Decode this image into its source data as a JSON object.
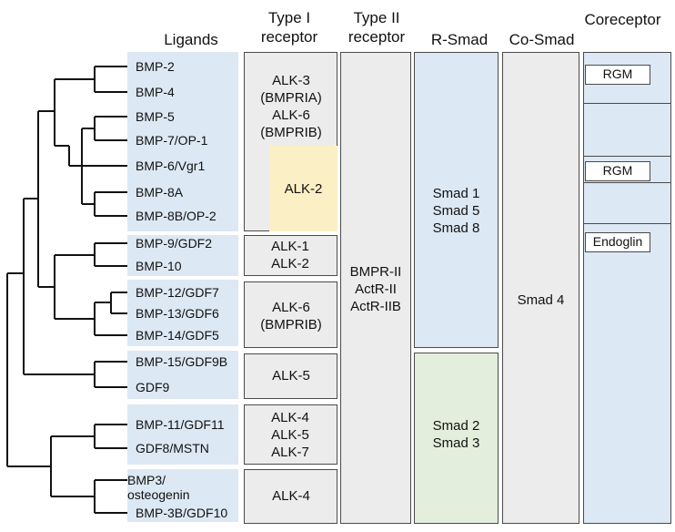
{
  "headers": {
    "ligands": "Ligands",
    "type1": "Type I receptor",
    "type2": "Type II receptor",
    "rsmad": "R-Smad",
    "cosmad": "Co-Smad",
    "coreceptor": "Coreceptor"
  },
  "ligands": [
    "BMP-2",
    "BMP-4",
    "BMP-5",
    "BMP-7/OP-1",
    "BMP-6/Vgr1",
    "BMP-8A",
    "BMP-8B/OP-2",
    "BMP-9/GDF2",
    "BMP-10",
    "BMP-12/GDF7",
    "BMP-13/GDF6",
    "BMP-14/GDF5",
    "BMP-15/GDF9B",
    "GDF9",
    "BMP-11/GDF11",
    "GDF8/MSTN",
    "BMP3/ osteogenin",
    "BMP-3B/GDF10"
  ],
  "type1_receptors": {
    "g1": "ALK-3 (BMPRIA) ALK-6 (BMPRIB)",
    "g1_alk2": "ALK-2",
    "g2": "ALK-1 ALK-2",
    "g3": "ALK-6 (BMPRIB)",
    "g4": "ALK-5",
    "g5": "ALK-4 ALK-5 ALK-7",
    "g6": "ALK-4"
  },
  "type2_receptor": "BMPR-II ActR-II ActR-IIB",
  "rsmad": {
    "bmp": "Smad 1 Smad 5 Smad 8",
    "tgf": "Smad 2 Smad 3"
  },
  "cosmad": "Smad 4",
  "coreceptors": {
    "rgm1": "RGM",
    "rgm2": "RGM",
    "endoglin": "Endoglin"
  },
  "colors": {
    "ligand_bg": "#dce8f4",
    "grey_box": "#ececec",
    "alk2_highlight": "#fbefc6",
    "rsmad_bmp": "#dce8f4",
    "rsmad_tgf": "#e3efdc",
    "coreceptor_bg": "#dce8f4"
  }
}
